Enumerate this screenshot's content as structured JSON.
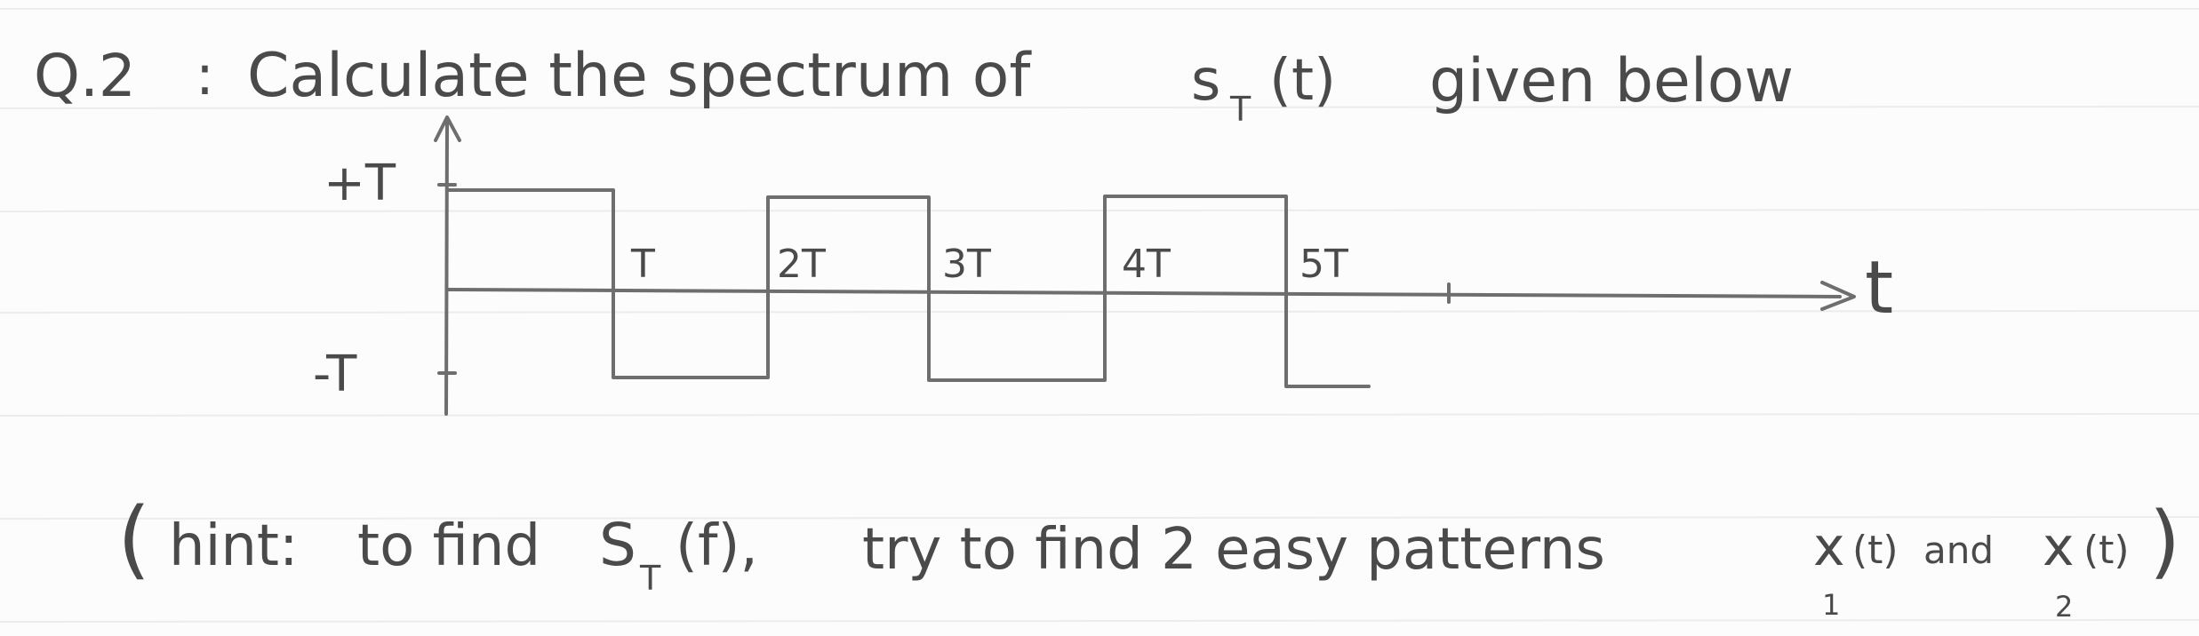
{
  "question": {
    "number": "Q.2",
    "colon": ":",
    "text": "Calculate the spectrum of",
    "signal": "s",
    "signal_sub": "T",
    "signal_arg": "(t)",
    "tail": "given below"
  },
  "figure": {
    "y_pos_label": "+T",
    "y_neg_label": "-T",
    "x_axis_label": "t",
    "period_labels": [
      "T",
      "2T",
      "3T",
      "4T",
      "5T"
    ]
  },
  "hint": {
    "open_paren": "(",
    "lead": "hint:",
    "to_find": "to find",
    "spectrum": "S",
    "spectrum_sub": "T",
    "spectrum_arg": "(f),",
    "instruction": "try to find 2 easy patterns",
    "x1": "x",
    "x1_sub": "1",
    "x1_arg": "(t)",
    "and_word": "and",
    "x2": "x",
    "x2_sub": "2",
    "x2_arg": "(t)",
    "close_paren": ")"
  }
}
